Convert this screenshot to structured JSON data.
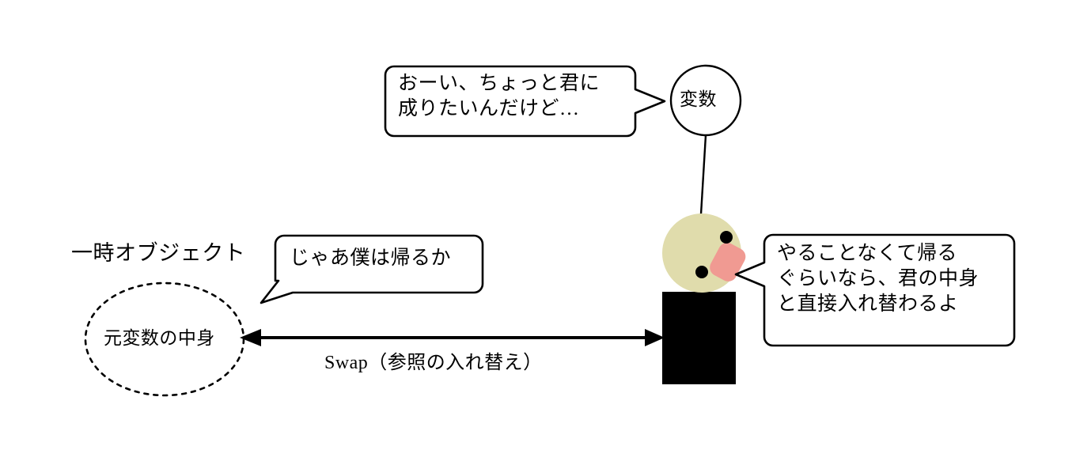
{
  "diagram": {
    "title_label": "一時オブジェクト",
    "variable_node": {
      "label": "変数",
      "shape": "circle"
    },
    "temp_object_node": {
      "label": "元変数の中身",
      "shape": "dotted-ellipse"
    },
    "swap_arrow": {
      "label": "Swap（参照の入れ替え）",
      "style": "double-headed"
    },
    "bubbles": {
      "top": {
        "lines": [
          "おーい、ちょっと君に",
          "成りたいんだけど…"
        ],
        "text": "おーい、ちょっと君に\n成りたいんだけど…",
        "tail": "right"
      },
      "left": {
        "lines": [
          "じゃあ僕は帰るか"
        ],
        "text": "じゃあ僕は帰るか",
        "tail": "bottom-left"
      },
      "right": {
        "lines": [
          "やることなくて帰る",
          "ぐらいなら、君の中身",
          "と直接入れ替わるよ"
        ],
        "text": "やることなくて帰る\nぐらいなら、君の中身\nと直接入れ替わるよ",
        "tail": "left"
      }
    },
    "character": {
      "name": "object-character",
      "head_color": "#E0DCAC",
      "mouth_color": "#F09A92",
      "body_color": "#000000",
      "eye_color": "#000000"
    },
    "colors": {
      "stroke": "#000000",
      "background": "#FFFFFF"
    }
  }
}
